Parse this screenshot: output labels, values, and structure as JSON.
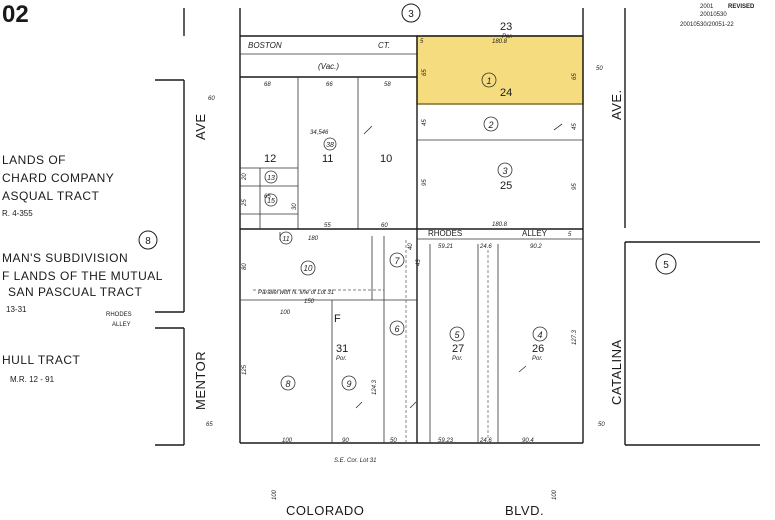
{
  "page": {
    "number": "02"
  },
  "stamp": {
    "line1": "REVISED",
    "line2": "2001",
    "line3": "20010530",
    "line4": "20010530/20051-22"
  },
  "colors": {
    "highlight": "#f5dc7e",
    "highlight_border": "#c8a93c",
    "ink": "#1a1a1a"
  },
  "streets": {
    "colorado_blvd_1": "COLORADO",
    "colorado_blvd_2": "BLVD.",
    "mentor_ave_1": "MENTOR",
    "mentor_ave_2": "AVE",
    "catalina_ave_1": "CATALINA",
    "catalina_ave_2": "AVE.",
    "boston_ct_1": "BOSTON",
    "boston_ct_2": "CT.",
    "rhodes_alley_1": "RHODES",
    "rhodes_alley_2": "ALLEY",
    "rhodes_alley_west_1": "RHODES",
    "rhodes_alley_west_2": "ALLEY",
    "vac": "(Vac.)"
  },
  "tracts": {
    "lands_of": "LANDS OF",
    "orchard_company": "CHARD COMPANY",
    "pasqual_tract": "ASQUAL TRACT",
    "mr_4_355": "R. 4-355",
    "mans_subdivision": "MAN'S SUBDIVISION",
    "lands_mutual": "F LANDS OF THE MUTUAL",
    "san_pascual": "SAN PASCUAL TRACT",
    "ref_13_31": "13-31",
    "hull_tract": "HULL TRACT",
    "mr_12_91": "M.R. 12 - 91"
  },
  "blocks": {
    "top": "3",
    "left": "8",
    "right": "5"
  },
  "lots": {
    "l10_top": "10",
    "l11": "11",
    "l12": "12",
    "l10_mid": "10",
    "l24": "24",
    "l25": "25",
    "l26": "26",
    "l27": "27",
    "l31": "31",
    "lF": "F",
    "l23": "23"
  },
  "parcels": {
    "p1": "1",
    "p2": "2",
    "p3": "3",
    "p4": "4",
    "p5": "5",
    "p6": "6",
    "p7": "7",
    "p8": "8",
    "p9": "9",
    "p10": "10",
    "p11": "11",
    "p13": "13",
    "p15": "15",
    "p38": "38"
  },
  "notes": {
    "por_a": "Por.",
    "por_b": "Por.",
    "por_c": "Por.",
    "por_d": "Por.",
    "area": "34,546",
    "parallel": "Parallel with N. line of Lot 31",
    "se_cor": "S.E. Cor. Lot 31"
  },
  "dims": {
    "d180_top": "180.8",
    "d180_mid": "180.8",
    "d180_b": "180",
    "d150": "150",
    "d100a": "100",
    "d100b": "100",
    "d5a": "5",
    "d5b": "5",
    "d68": "68",
    "d66": "66",
    "d58": "58",
    "d60": "60",
    "d50": "50",
    "d55": "55",
    "d59_21": "59.21",
    "d59_23": "59.23",
    "d90_2": "90.2",
    "d90_4": "90.4",
    "d24_6a": "24.6",
    "d24_6b": "24.6",
    "d127_3": "127.3",
    "d124_3": "124.3",
    "d125": "125",
    "d95": "95",
    "d65": "65",
    "d45": "45",
    "d25": "25",
    "d80": "80",
    "d40": "40",
    "d30": "30",
    "d43": "43",
    "d100_r": "100",
    "d100_l": "100",
    "d65_r": "65",
    "d95_r": "95",
    "d45_r": "45",
    "d65_l": "65",
    "d60_left": "60",
    "d50_right": "50",
    "d65_bottom": "65",
    "d50_bottom": "50",
    "d90": "90",
    "d20": "20"
  }
}
